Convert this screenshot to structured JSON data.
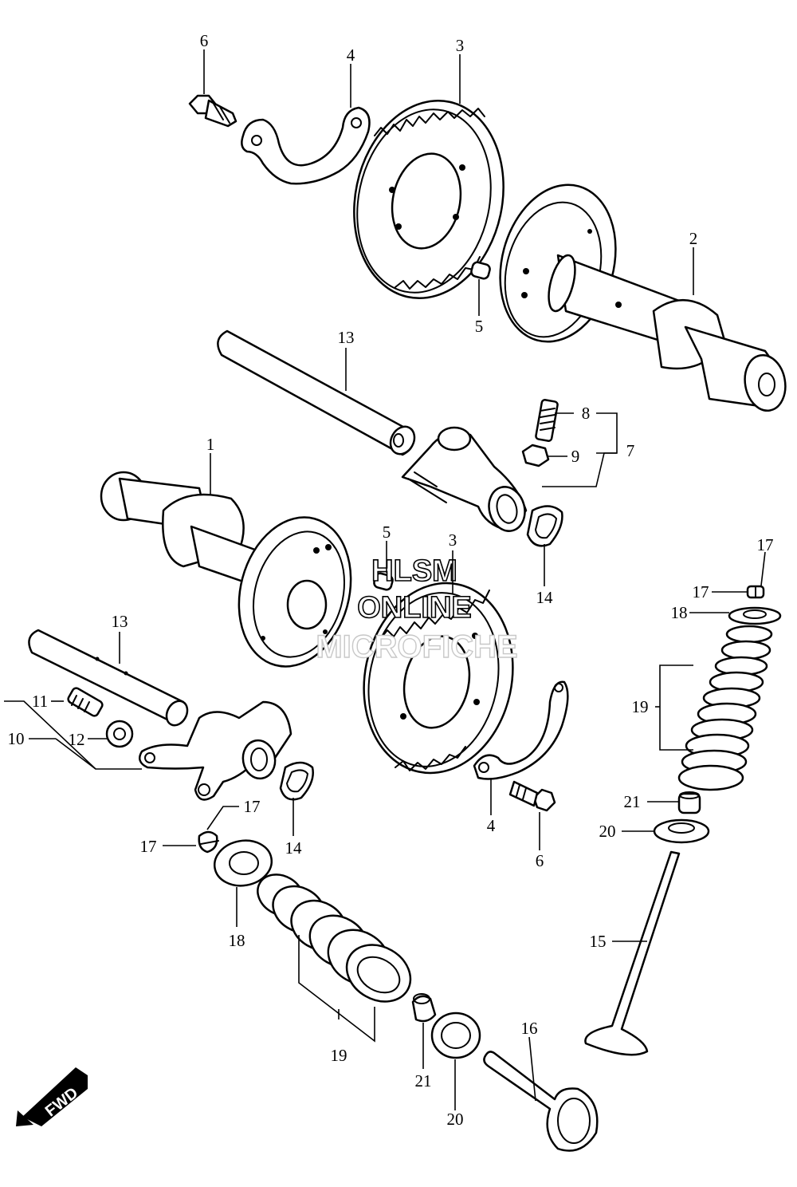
{
  "watermark": {
    "line1": "HLSM",
    "line2": "ONLINE",
    "line3": "MICROFICHE"
  },
  "fwd_label": "FWD",
  "callouts": {
    "c1": "1",
    "c2": "2",
    "c3_top": "3",
    "c3_mid": "3",
    "c4_top": "4",
    "c4_bottom": "4",
    "c5_top": "5",
    "c5_mid": "5",
    "c6_top": "6",
    "c6_bottom": "6",
    "c7": "7",
    "c8": "8",
    "c9": "9",
    "c10": "10",
    "c11": "11",
    "c12": "12",
    "c13_top": "13",
    "c13_left": "13",
    "c14_right": "14",
    "c14_left": "14",
    "c15": "15",
    "c16": "16",
    "c17_top": "17",
    "c17_right": "17",
    "c17_left_a": "17",
    "c17_left_b": "17",
    "c18_right": "18",
    "c18_left": "18",
    "c19_right": "19",
    "c19_left": "19",
    "c20_right": "20",
    "c20_left": "20",
    "c21_right": "21",
    "c21_left": "21"
  }
}
